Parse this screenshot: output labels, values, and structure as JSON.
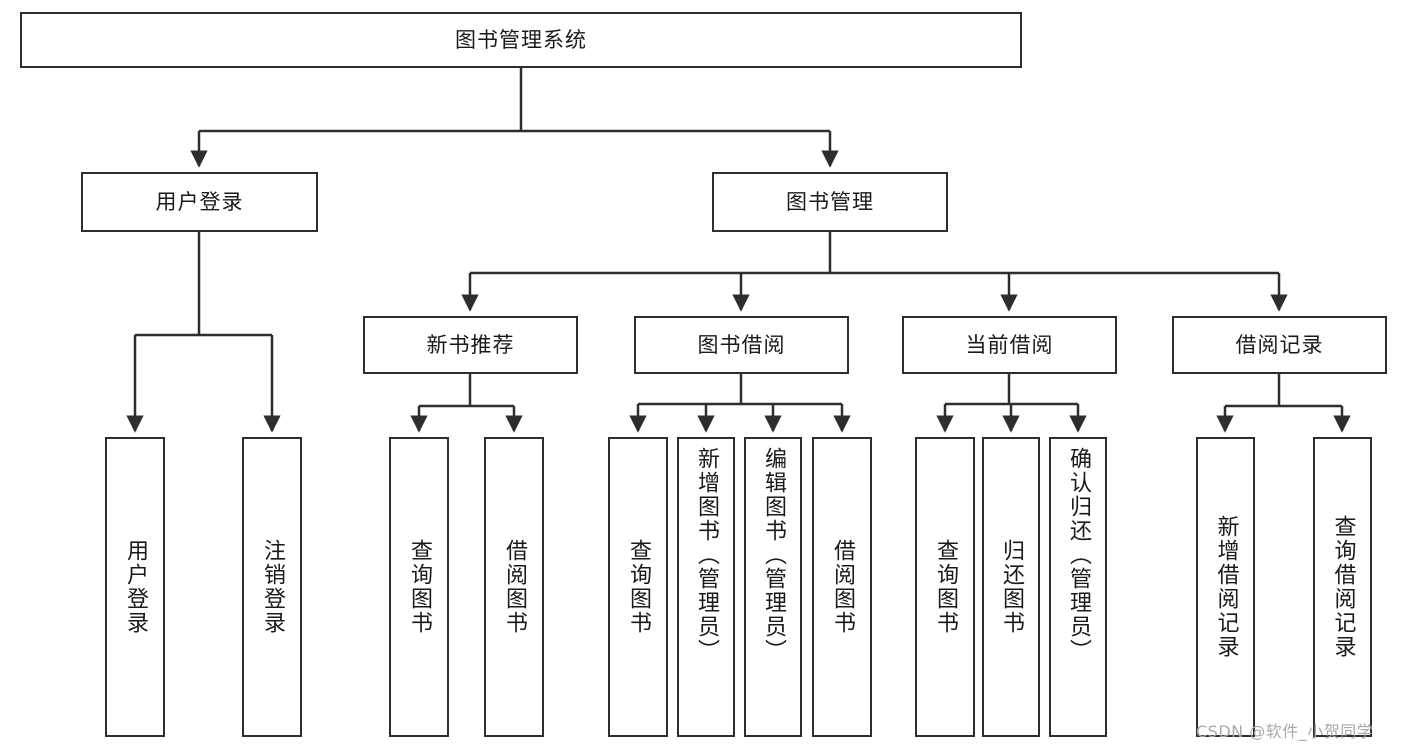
{
  "diagram": {
    "type": "tree-hierarchy",
    "title": "图书管理系统",
    "watermark": "CSDN @软件_小贺同学",
    "colors": {
      "box_border": "#2e2e2e",
      "box_fill": "#ffffff",
      "connector": "#2e2e2e",
      "text": "#1a1a1a",
      "watermark": "#a9a9a9",
      "background": "#ffffff"
    },
    "root": {
      "label": "图书管理系统"
    },
    "level2": [
      {
        "id": "user-login",
        "label": "用户登录"
      },
      {
        "id": "book-manage",
        "label": "图书管理"
      }
    ],
    "level3": [
      {
        "id": "new-book-recommend",
        "label": "新书推荐",
        "parent": "book-manage"
      },
      {
        "id": "book-borrow",
        "label": "图书借阅",
        "parent": "book-manage"
      },
      {
        "id": "current-borrow",
        "label": "当前借阅",
        "parent": "book-manage"
      },
      {
        "id": "borrow-record",
        "label": "借阅记录",
        "parent": "book-manage"
      }
    ],
    "leaves": [
      {
        "id": "leaf-user-login",
        "label": "用户登录",
        "parent": "user-login"
      },
      {
        "id": "leaf-user-logout",
        "label": "注销登录",
        "parent": "user-login"
      },
      {
        "id": "leaf-query-book-1",
        "label": "查询图书",
        "parent": "new-book-recommend"
      },
      {
        "id": "leaf-borrow-book-1",
        "label": "借阅图书",
        "parent": "new-book-recommend"
      },
      {
        "id": "leaf-query-book-2",
        "label": "查询图书",
        "parent": "book-borrow"
      },
      {
        "id": "leaf-add-book",
        "label": "新增图书（管理员）",
        "parent": "book-borrow"
      },
      {
        "id": "leaf-edit-book",
        "label": "编辑图书（管理员）",
        "parent": "book-borrow"
      },
      {
        "id": "leaf-borrow-book-2",
        "label": "借阅图书",
        "parent": "book-borrow"
      },
      {
        "id": "leaf-query-book-3",
        "label": "查询图书",
        "parent": "current-borrow"
      },
      {
        "id": "leaf-return-book",
        "label": "归还图书",
        "parent": "current-borrow"
      },
      {
        "id": "leaf-confirm-return",
        "label": "确认归还（管理员）",
        "parent": "current-borrow"
      },
      {
        "id": "leaf-add-record",
        "label": "新增借阅记录",
        "parent": "borrow-record"
      },
      {
        "id": "leaf-query-record",
        "label": "查询借阅记录",
        "parent": "borrow-record"
      }
    ]
  }
}
